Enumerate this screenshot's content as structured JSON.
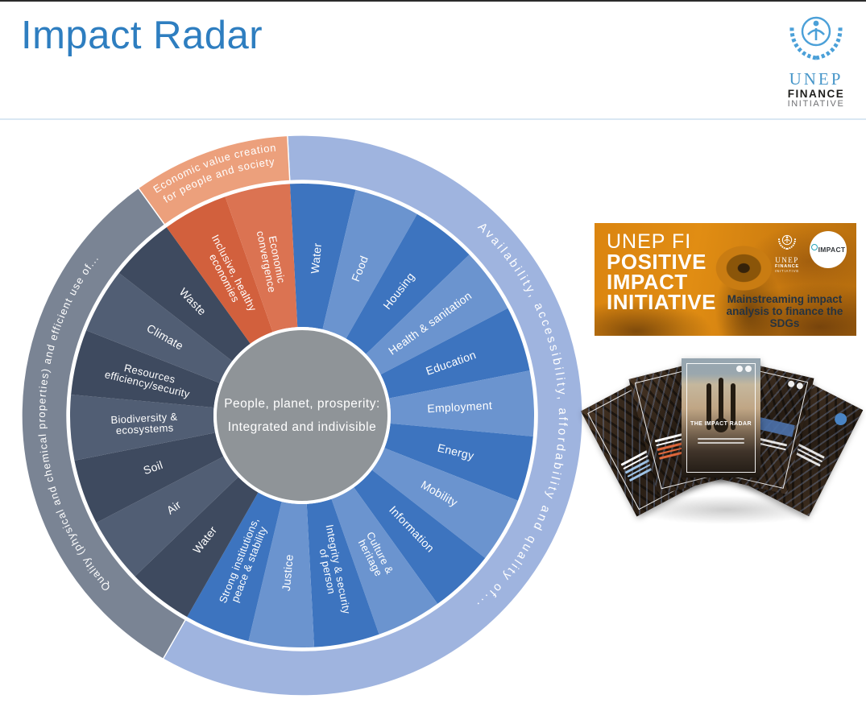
{
  "page": {
    "title": "Impact Radar"
  },
  "logo": {
    "unep": "UNEP",
    "finance": "FINANCE",
    "initiative": "INITIATIVE"
  },
  "chart_data": {
    "type": "sunburst",
    "title": "Impact Radar",
    "start_angle_deg": -3,
    "center": {
      "lines": [
        "People, planet, prosperity:",
        "Integrated and indivisible"
      ],
      "color": "#8F9498"
    },
    "groups": {
      "social": {
        "dark": "#3D74BF",
        "light": "#6B94CF",
        "ring_color": "#9FB4DF",
        "ring_label": "Availability, accessibility, affordability and quality of..."
      },
      "environment": {
        "dark": "#3E4A5F",
        "light": "#515E74",
        "ring_color": "#7A8494",
        "ring_label": "Quality (physical and chemical properties) and efficient use of..."
      },
      "economy": {
        "dark": "#D2603D",
        "light": "#DB7352",
        "ring_color": "#ECA07C",
        "ring_label_lines": [
          "Economic value creation",
          "for people and society"
        ]
      }
    },
    "segments": [
      {
        "label": "Water",
        "lines": [
          "Water"
        ],
        "group": "social",
        "shade": "dark"
      },
      {
        "label": "Food",
        "lines": [
          "Food"
        ],
        "group": "social",
        "shade": "light"
      },
      {
        "label": "Housing",
        "lines": [
          "Housing"
        ],
        "group": "social",
        "shade": "dark"
      },
      {
        "label": "Health & sanitation",
        "lines": [
          "Health & sanitation"
        ],
        "group": "social",
        "shade": "light"
      },
      {
        "label": "Education",
        "lines": [
          "Education"
        ],
        "group": "social",
        "shade": "dark"
      },
      {
        "label": "Employment",
        "lines": [
          "Employment"
        ],
        "group": "social",
        "shade": "light"
      },
      {
        "label": "Energy",
        "lines": [
          "Energy"
        ],
        "group": "social",
        "shade": "dark"
      },
      {
        "label": "Mobility",
        "lines": [
          "Mobility"
        ],
        "group": "social",
        "shade": "light"
      },
      {
        "label": "Information",
        "lines": [
          "Information"
        ],
        "group": "social",
        "shade": "dark"
      },
      {
        "label": "Culture & heritage",
        "lines": [
          "Culture &",
          "heritage"
        ],
        "group": "social",
        "shade": "light"
      },
      {
        "label": "Integrity & security of person",
        "lines": [
          "Integrity & security",
          "of person"
        ],
        "group": "social",
        "shade": "dark"
      },
      {
        "label": "Justice",
        "lines": [
          "Justice"
        ],
        "group": "social",
        "shade": "light"
      },
      {
        "label": "Strong institutions, peace & stability",
        "lines": [
          "Strong institutions,",
          "peace & stability"
        ],
        "group": "social",
        "shade": "dark"
      },
      {
        "label": "Water",
        "lines": [
          "Water"
        ],
        "group": "environment",
        "shade": "dark"
      },
      {
        "label": "Air",
        "lines": [
          "Air"
        ],
        "group": "environment",
        "shade": "light"
      },
      {
        "label": "Soil",
        "lines": [
          "Soil"
        ],
        "group": "environment",
        "shade": "dark"
      },
      {
        "label": "Biodiversity & ecosystems",
        "lines": [
          "Biodiversity &",
          "ecosystems"
        ],
        "group": "environment",
        "shade": "light"
      },
      {
        "label": "Resources efficiency/security",
        "lines": [
          "Resources",
          "efficiency/security"
        ],
        "group": "environment",
        "shade": "dark"
      },
      {
        "label": "Climate",
        "lines": [
          "Climate"
        ],
        "group": "environment",
        "shade": "light"
      },
      {
        "label": "Waste",
        "lines": [
          "Waste"
        ],
        "group": "environment",
        "shade": "dark"
      },
      {
        "label": "Inclusive, healthy economies",
        "lines": [
          "Inclusive, healthy",
          "economies"
        ],
        "group": "economy",
        "shade": "dark"
      },
      {
        "label": "Economic convergence",
        "lines": [
          "Economic",
          "convergence"
        ],
        "group": "economy",
        "shade": "light"
      }
    ]
  },
  "banner": {
    "brand": "UNEP FI",
    "line2": "POSITIVE",
    "line3": "IMPACT",
    "line4": "INITIATIVE",
    "badge_label": "IMPACT",
    "mini_line1": "UNEP",
    "mini_line2": "FINANCE",
    "mini_line3": "INITIATIVE",
    "tagline": "Mainstreaming impact analysis to finance the SDGs"
  },
  "covers": {
    "center_title": "THE IMPACT RADAR"
  }
}
